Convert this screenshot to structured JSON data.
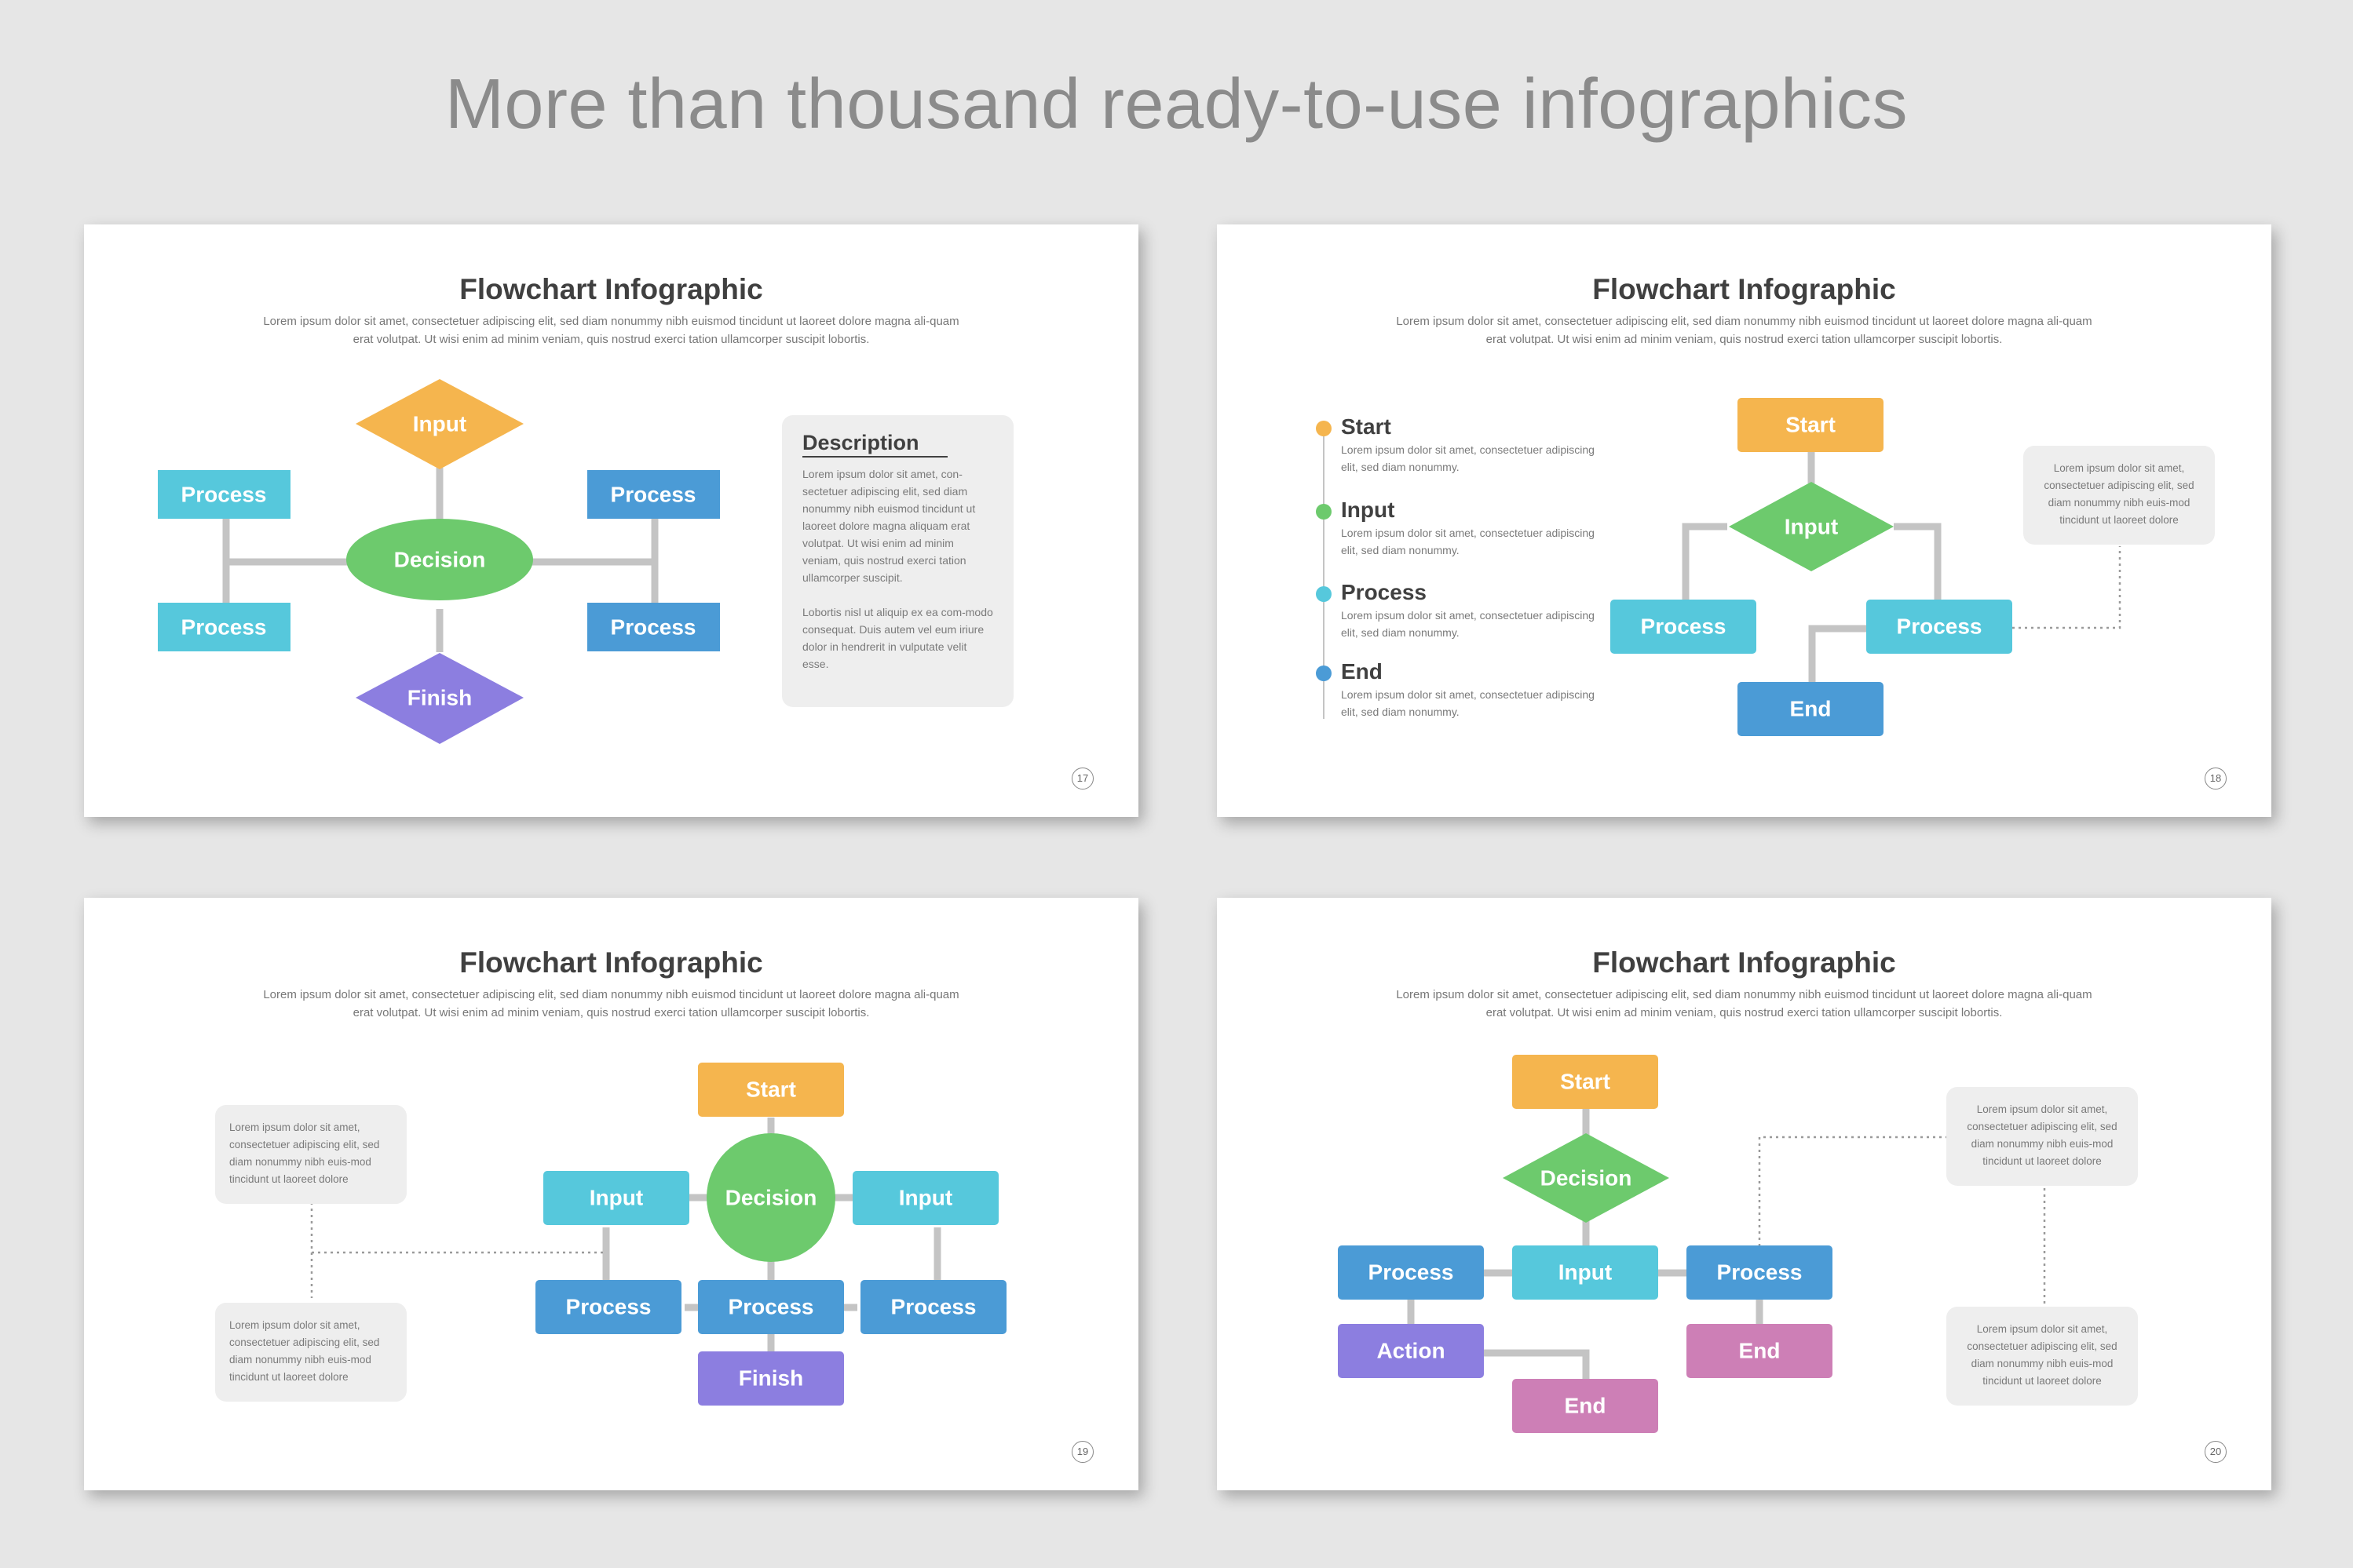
{
  "heading": "More than thousand ready-to-use infographics",
  "colors": {
    "orange": "#f5b54e",
    "green": "#6dca6d",
    "cyan": "#56c8dc",
    "blue": "#4b9bd6",
    "purple": "#8c7ee0",
    "pink": "#cd7fb6",
    "connector": "#c4c4c4",
    "note_bg": "#eeeeee"
  },
  "slide1": {
    "title": "Flowchart Infographic",
    "subtitle": "Lorem ipsum dolor sit amet, consectetuer adipiscing elit, sed diam nonummy nibh euismod tincidunt ut laoreet dolore magna ali-quam erat volutpat. Ut wisi enim ad minim veniam, quis nostrud exerci tation ullamcorper suscipit lobortis.",
    "nodes": {
      "input": "Input",
      "decision": "Decision",
      "finish": "Finish",
      "process_tl": "Process",
      "process_bl": "Process",
      "process_tr": "Process",
      "process_br": "Process"
    },
    "description": {
      "title": "Description",
      "para1": "Lorem ipsum dolor sit amet, con-sectetuer adipiscing elit, sed diam nonummy nibh euismod tincidunt ut laoreet dolore magna aliquam erat volutpat. Ut wisi enim ad minim veniam, quis nostrud exerci tation ullamcorper suscipit.",
      "para2": "Lobortis nisl ut aliquip ex ea com-modo consequat. Duis autem vel eum iriure dolor in hendrerit in vulputate velit esse."
    },
    "page": "17"
  },
  "slide2": {
    "title": "Flowchart Infographic",
    "subtitle": "Lorem ipsum dolor sit amet, consectetuer adipiscing elit, sed diam nonummy nibh euismod tincidunt ut laoreet dolore magna ali-quam erat volutpat. Ut wisi enim ad minim veniam, quis nostrud exerci tation ullamcorper suscipit lobortis.",
    "list": [
      {
        "title": "Start",
        "text": "Lorem ipsum dolor sit amet, consectetuer adipiscing elit, sed diam nonummy."
      },
      {
        "title": "Input",
        "text": "Lorem ipsum dolor sit amet, consectetuer adipiscing elit, sed diam nonummy."
      },
      {
        "title": "Process",
        "text": "Lorem ipsum dolor sit amet, consectetuer adipiscing elit, sed diam nonummy."
      },
      {
        "title": "End",
        "text": "Lorem ipsum dolor sit amet, consectetuer adipiscing elit, sed diam nonummy."
      }
    ],
    "nodes": {
      "start": "Start",
      "input": "Input",
      "process_left": "Process",
      "process_right": "Process",
      "end": "End"
    },
    "note": "Lorem ipsum dolor sit amet, consectetuer adipiscing elit, sed diam nonummy nibh euis-mod tincidunt ut laoreet dolore",
    "page": "18"
  },
  "slide3": {
    "title": "Flowchart Infographic",
    "subtitle": "Lorem ipsum dolor sit amet, consectetuer adipiscing elit, sed diam nonummy nibh euismod tincidunt ut laoreet dolore magna ali-quam erat volutpat. Ut wisi enim ad minim veniam, quis nostrud exerci tation ullamcorper suscipit lobortis.",
    "nodes": {
      "start": "Start",
      "decision": "Decision",
      "input_left": "Input",
      "input_right": "Input",
      "process_left": "Process",
      "process_center": "Process",
      "process_right": "Process",
      "finish": "Finish"
    },
    "note_top": "Lorem ipsum dolor sit amet, consectetuer adipiscing elit, sed diam nonummy nibh euis-mod tincidunt ut laoreet dolore",
    "note_bottom": "Lorem ipsum dolor sit amet, consectetuer adipiscing elit, sed diam nonummy nibh euis-mod tincidunt ut laoreet dolore",
    "page": "19"
  },
  "slide4": {
    "title": "Flowchart Infographic",
    "subtitle": "Lorem ipsum dolor sit amet, consectetuer adipiscing elit, sed diam nonummy nibh euismod tincidunt ut laoreet dolore magna ali-quam erat volutpat. Ut wisi enim ad minim veniam, quis nostrud exerci tation ullamcorper suscipit lobortis.",
    "nodes": {
      "start": "Start",
      "decision": "Decision",
      "process_left": "Process",
      "input": "Input",
      "process_right": "Process",
      "action": "Action",
      "end_center": "End",
      "end_right": "End"
    },
    "note_top": "Lorem ipsum dolor sit amet, consectetuer adipiscing elit, sed diam nonummy nibh euis-mod tincidunt ut laoreet dolore",
    "note_bottom": "Lorem ipsum dolor sit amet, consectetuer adipiscing elit, sed diam nonummy nibh euis-mod tincidunt ut laoreet dolore",
    "page": "20"
  }
}
